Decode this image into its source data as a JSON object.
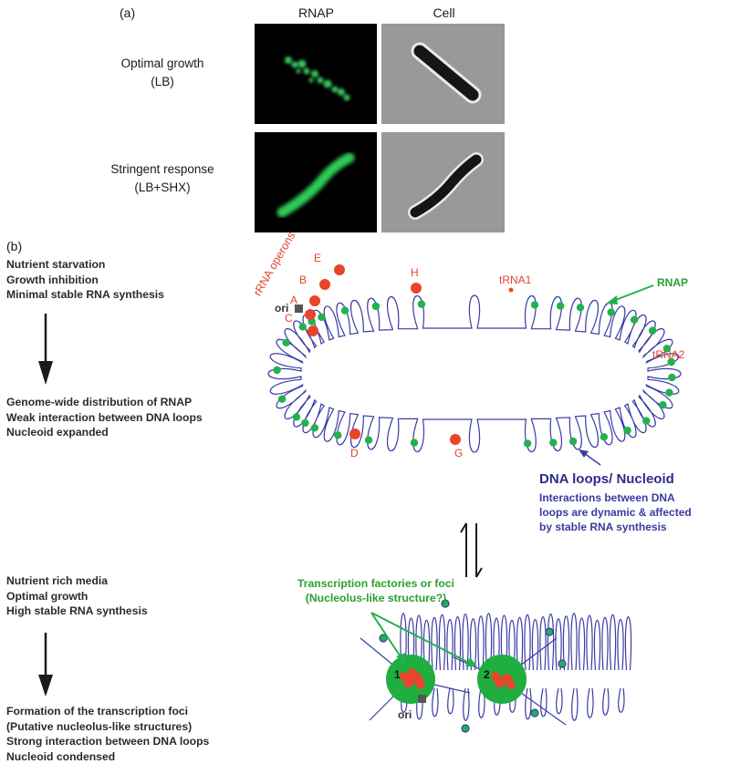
{
  "panel_a": {
    "label": "(a)",
    "col_rnap": "RNAP",
    "col_cell": "Cell",
    "row1_line1": "Optimal growth",
    "row1_line2": "(LB)",
    "row2_line1": "Stringent response",
    "row2_line2": "(LB+SHX)"
  },
  "panel_b": {
    "label": "(b)",
    "starvation": [
      "Nutrient starvation",
      "Growth inhibition",
      "Minimal stable RNA synthesis"
    ],
    "starvation_result": [
      "Genome-wide distribution of RNAP",
      "Weak interaction between DNA loops",
      "Nucleoid expanded"
    ],
    "rich": [
      "Nutrient rich media",
      "Optimal growth",
      "High stable RNA synthesis"
    ],
    "rich_result": [
      "Formation of the transcription foci",
      "(Putative nucleolus-like structures)",
      "Strong interaction between DNA loops",
      "Nucleoid condensed"
    ],
    "rrna_operons": "rRNA operons",
    "operons": {
      "A": "A",
      "B": "B",
      "C": "C",
      "D": "D",
      "E": "E",
      "G": "G",
      "H": "H"
    },
    "trna1": "tRNA1",
    "trna2": "tRNA2",
    "rnap": "RNAP",
    "ori_top": "ori",
    "ori_bottom": "ori",
    "nucleoid_title": "DNA loops/ Nucleoid",
    "nucleoid_desc": [
      "Interactions between DNA",
      "loops are dynamic & affected",
      "by stable RNA synthesis"
    ],
    "foci_title": [
      "Transcription factories or foci",
      "(Nucleolus-like structure?)"
    ],
    "focus1": "1",
    "focus2": "2"
  },
  "colors": {
    "loop_blue": "#3b3ba6",
    "rnap_green": "#23b14d",
    "operon_red": "#e8452c",
    "text_blue": "#2c2c8c"
  }
}
